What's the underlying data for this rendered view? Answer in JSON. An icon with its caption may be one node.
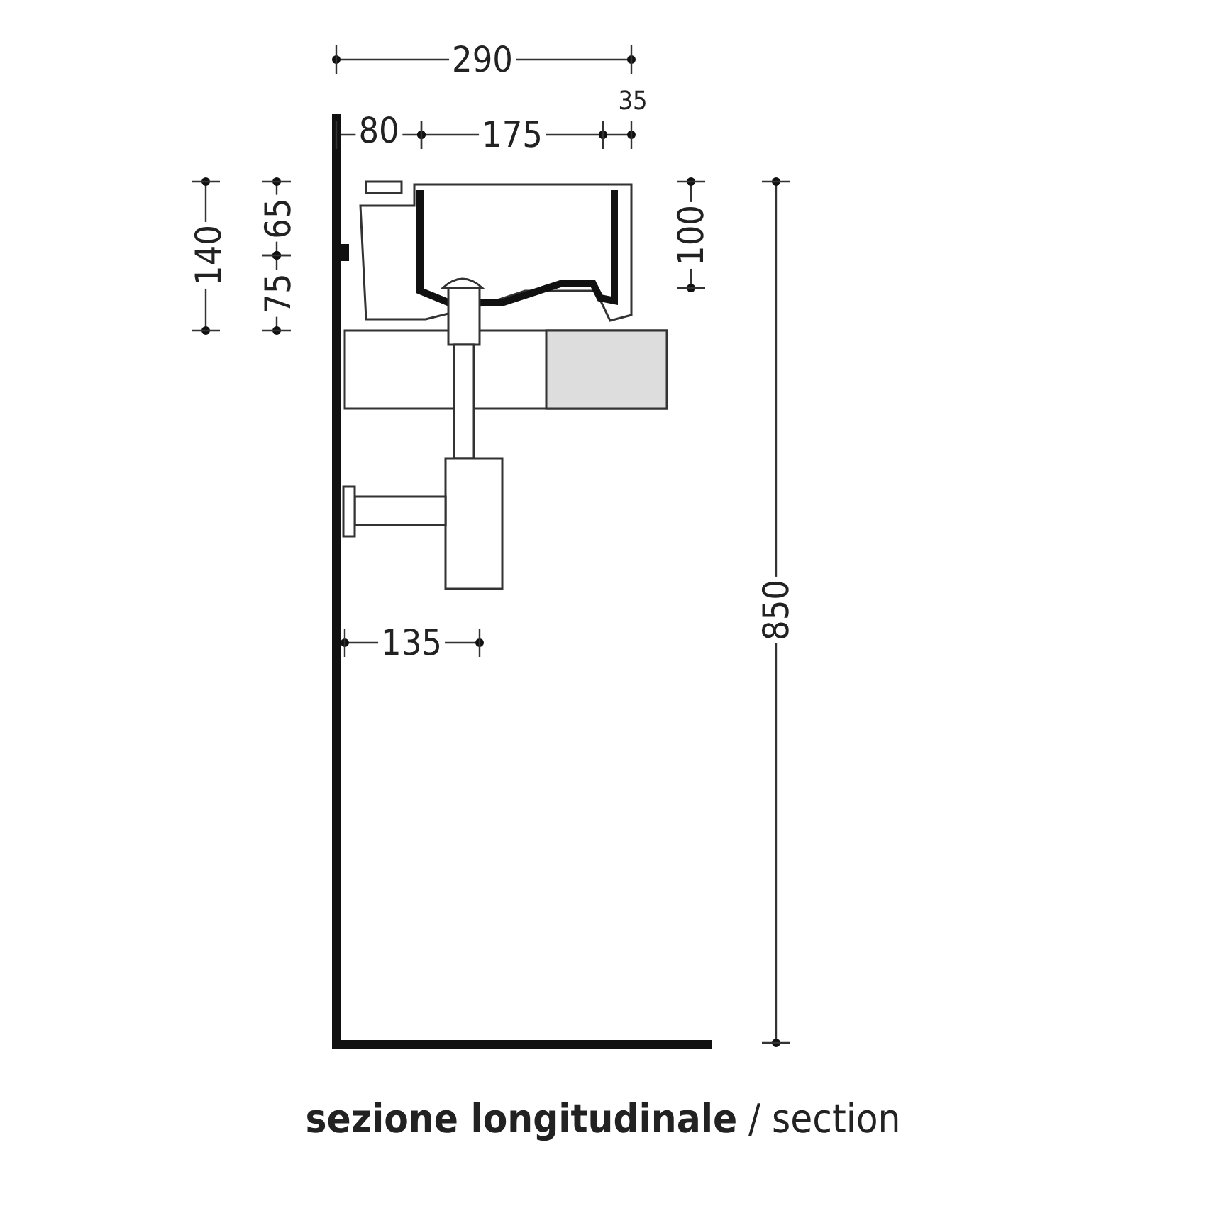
{
  "diagram": {
    "caption": "**sezione longitudinale** / section",
    "labels": [
      "290",
      "80",
      "175",
      "35",
      "140",
      "65",
      "75",
      "100",
      "850",
      "135"
    ]
  }
}
